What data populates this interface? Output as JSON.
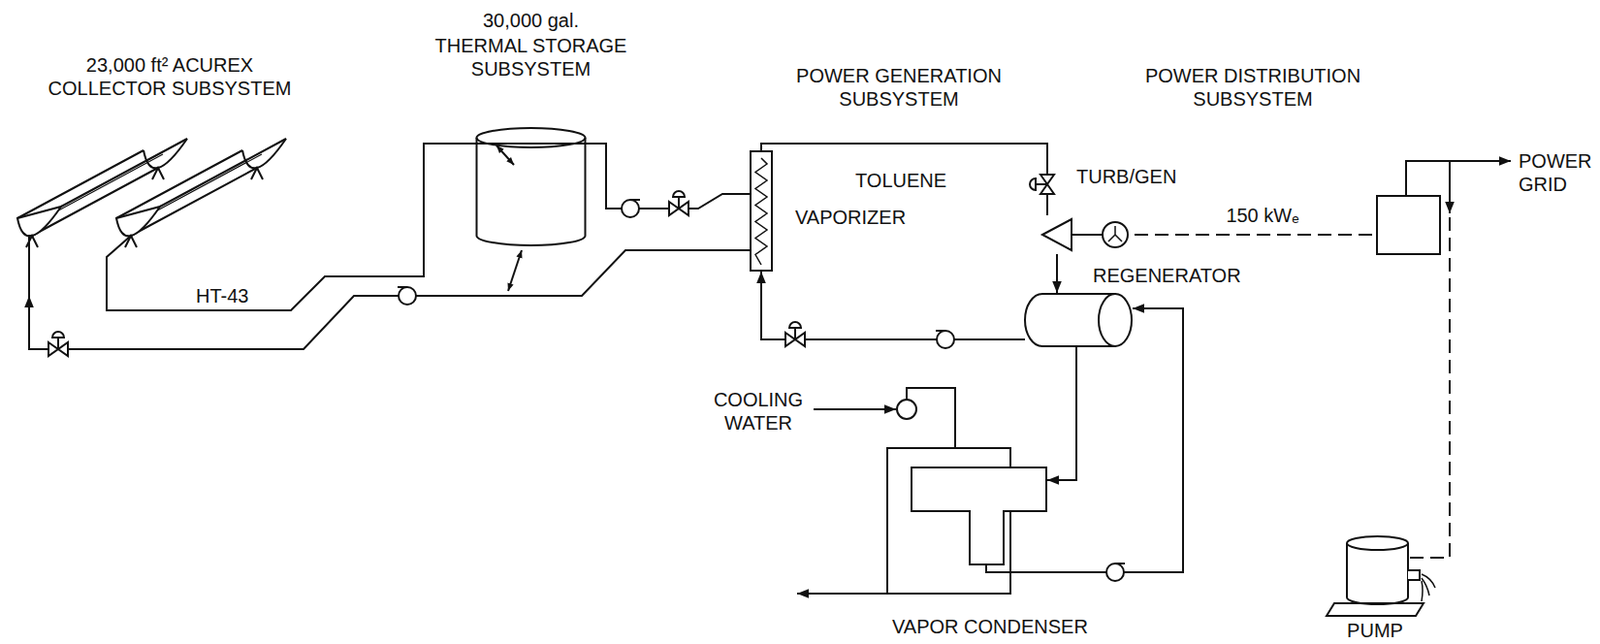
{
  "diagram": {
    "nodes": [
      {
        "text": [
          "23,000 ft² ACUREX COLLECTOR SUBSYSTEM"
        ]
      },
      {
        "text": [
          "30,000 gal.",
          "THERMAL STORAGE SUBSYSTEM"
        ]
      },
      {
        "text": [
          "VAPORIZER"
        ]
      },
      {
        "text": [
          "TURB/GEN"
        ]
      },
      {
        "text": [
          "REGENERATOR"
        ]
      },
      {
        "text": [
          "VAPOR CONDENSER"
        ]
      },
      {
        "text": [
          "PUMP"
        ]
      }
    ],
    "edges": [
      {
        "from": 0,
        "to": 2,
        "arrow": "none",
        "label": "HT-43"
      },
      {
        "from": 2,
        "to": 0,
        "arrow": "to"
      },
      {
        "from": 2,
        "to": 3,
        "arrow": "none",
        "label": "TOLUENE"
      },
      {
        "from": 3,
        "to": 4,
        "arrow": "to"
      },
      {
        "from": 4,
        "to": 5,
        "arrow": "to"
      },
      {
        "from": 5,
        "to": 4,
        "arrow": "to"
      },
      {
        "from": 4,
        "to": 2,
        "arrow": "to"
      }
    ],
    "labels": [
      "POWER GENERATION SUBSYSTEM",
      "POWER DISTRIBUTION SUBSYSTEM",
      "POWER GRID",
      "150 kWₑ",
      "COOLING WATER"
    ]
  }
}
